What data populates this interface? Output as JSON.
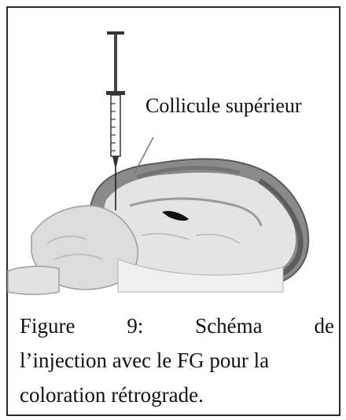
{
  "diagram": {
    "callout_label": "Collicule supérieur"
  },
  "caption": {
    "figure_word": "Figure",
    "figure_number": "9:",
    "title_word_1": "Schéma",
    "title_word_2": "de",
    "line_2": "l’injection avec le FG pour la",
    "line_3": "coloration rétrograde."
  },
  "colors": {
    "frame": "#2b2b2b",
    "tissue_light": "#e6e6e6",
    "tissue_dark": "#5a5a5a",
    "ink": "#111111"
  }
}
